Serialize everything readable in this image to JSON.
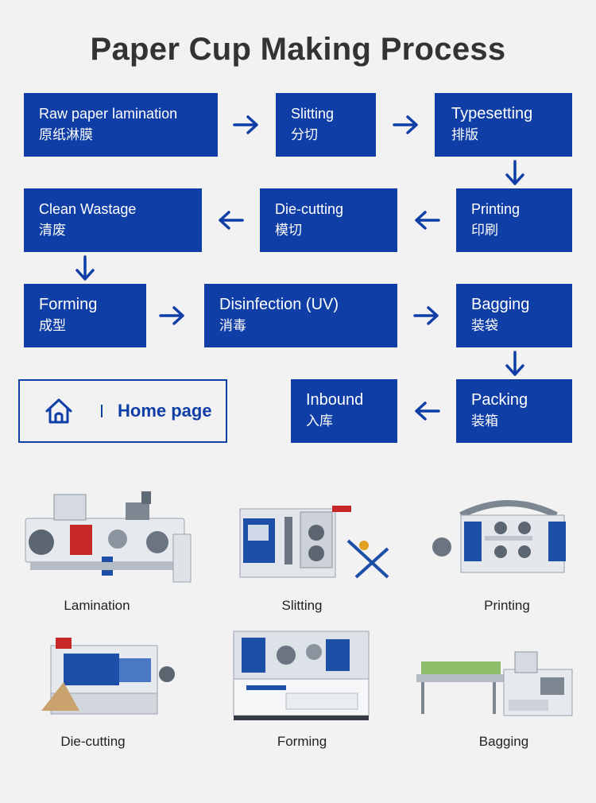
{
  "title": "Paper Cup Making Process",
  "colors": {
    "primary": "#0f3ea6",
    "background": "#f2f2f2",
    "title": "#333333"
  },
  "steps": [
    {
      "en": "Raw paper lamination",
      "zh": "原纸淋膜"
    },
    {
      "en": "Slitting",
      "zh": "分切"
    },
    {
      "en": "Typesetting",
      "zh": "排版"
    },
    {
      "en": "Printing",
      "zh": "印刷"
    },
    {
      "en": "Die-cutting",
      "zh": "模切"
    },
    {
      "en": "Clean Wastage",
      "zh": "清废"
    },
    {
      "en": "Forming",
      "zh": "成型"
    },
    {
      "en": "Disinfection (UV)",
      "zh": "消毒"
    },
    {
      "en": "Bagging",
      "zh": "装袋"
    },
    {
      "en": "Packing",
      "zh": "装箱"
    },
    {
      "en": "Inbound",
      "zh": "入库"
    }
  ],
  "home": {
    "label": "Home page",
    "icon": "home-icon"
  },
  "machines": [
    {
      "label": "Lamination",
      "icon": "lamination-machine-image"
    },
    {
      "label": "Slitting",
      "icon": "slitting-machine-image"
    },
    {
      "label": "Printing",
      "icon": "printing-machine-image"
    },
    {
      "label": "Die-cutting",
      "icon": "die-cutting-machine-image"
    },
    {
      "label": "Forming",
      "icon": "forming-machine-image"
    },
    {
      "label": "Bagging",
      "icon": "bagging-machine-image"
    }
  ]
}
